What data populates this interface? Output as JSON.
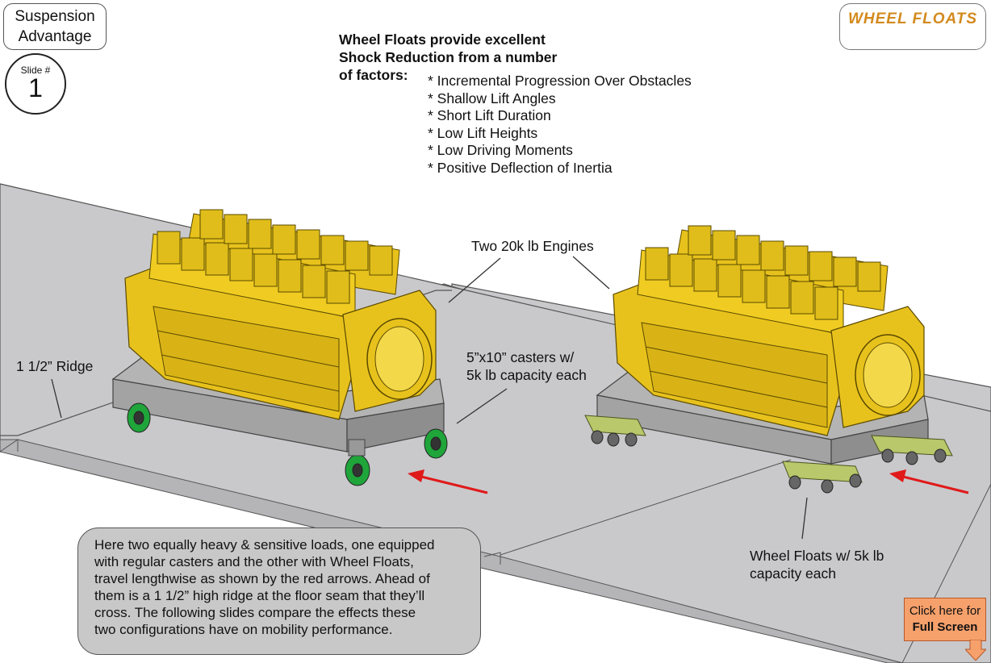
{
  "header": {
    "title_line1": "Suspension",
    "title_line2": "Advantage",
    "slide_label": "Slide #",
    "slide_number": "1"
  },
  "logo": {
    "text": "WHEEL FLOATS"
  },
  "headline": {
    "line1": "Wheel Floats provide excellent",
    "line2": "Shock Reduction from a number",
    "line3": "of factors:"
  },
  "factors": [
    "* Incremental Progression Over Obstacles",
    "* Shallow Lift Angles",
    "* Short Lift Duration",
    "* Low Lift Heights",
    "* Low Driving Moments",
    "* Positive Deflection of Inertia"
  ],
  "labels": {
    "engines": "Two 20k lb Engines",
    "ridge": "1 1/2” Ridge",
    "casters_line1": "5”x10” casters w/",
    "casters_line2": "5k lb capacity each",
    "wheel_floats_line1": "Wheel Floats w/ 5k lb",
    "wheel_floats_line2": "capacity each"
  },
  "description": {
    "lines": [
      "Here two equally heavy & sensitive loads, one equipped",
      "with regular casters and the other with Wheel Floats,",
      "travel lengthwise as shown by the red arrows.  Ahead of",
      "them is a 1 1/2” high ridge at the floor seam that they’ll",
      "cross.  The following slides compare the effects these",
      "two configurations have on mobility performance."
    ]
  },
  "fullscreen_button": {
    "line1": "Click here for",
    "line2": "Full Screen"
  },
  "colors": {
    "floor": "#c9c9cc",
    "engine": "#e8c21c",
    "engine_dark": "#b8940c",
    "frame": "#b4b4b4",
    "caster_wheel": "#1fa53a",
    "wheel_float": "#b9c86a",
    "arrow": "#e01a1a",
    "button": "#f6a06b"
  }
}
